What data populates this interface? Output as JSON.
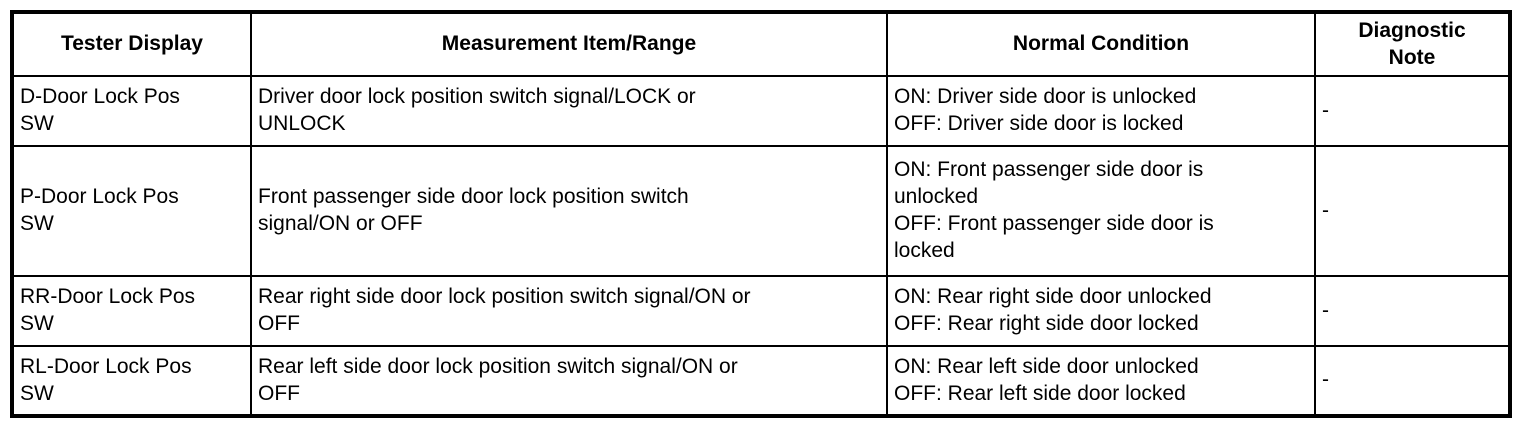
{
  "table": {
    "headers": [
      {
        "label": "Tester Display"
      },
      {
        "label": "Measurement Item/Range"
      },
      {
        "label": "Normal Condition"
      },
      {
        "label": "Diagnostic\nNote"
      }
    ],
    "rows": [
      {
        "tester_display": "D-Door Lock Pos\nSW",
        "measurement_item_range": "Driver door lock position switch signal/LOCK or\nUNLOCK",
        "normal_condition": "ON: Driver side door is unlocked\nOFF: Driver side door is locked",
        "diagnostic_note": "-"
      },
      {
        "tester_display": "P-Door Lock Pos\nSW",
        "measurement_item_range": "Front passenger side door lock position switch\nsignal/ON or OFF",
        "normal_condition": "ON: Front passenger side door is\nunlocked\nOFF: Front passenger side door is\nlocked",
        "diagnostic_note": "-"
      },
      {
        "tester_display": "RR-Door Lock Pos\nSW",
        "measurement_item_range": "Rear right side door lock position switch signal/ON or\nOFF",
        "normal_condition": "ON: Rear right side door unlocked\nOFF: Rear right side door locked",
        "diagnostic_note": "-"
      },
      {
        "tester_display": "RL-Door Lock Pos\nSW",
        "measurement_item_range": "Rear left side door lock position switch signal/ON or\nOFF",
        "normal_condition": "ON: Rear left side door unlocked\nOFF: Rear left side door locked",
        "diagnostic_note": "-"
      }
    ],
    "colors": {
      "border": "#000000",
      "text": "#000000",
      "background": "#ffffff"
    }
  }
}
